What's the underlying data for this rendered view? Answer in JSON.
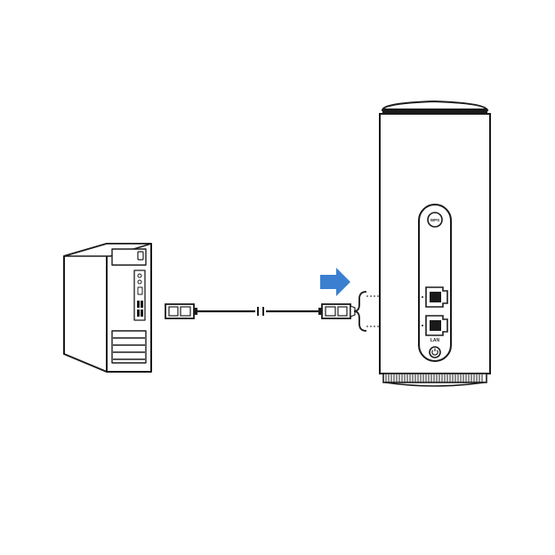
{
  "diagram": {
    "router": {
      "wps_label": "WPS",
      "lan_label": "LAN",
      "port_count": 2
    },
    "arrow": {
      "color": "#3a7fd0"
    },
    "icons": {
      "computer": "desktop-tower-icon",
      "cable": "ethernet-cable-icon",
      "router": "cpe-router-icon",
      "arrow": "arrow-right-icon",
      "power": "power-icon"
    },
    "colors": {
      "stroke": "#1a1a1a",
      "fill": "#ffffff",
      "accent": "#3a7fd0"
    }
  }
}
